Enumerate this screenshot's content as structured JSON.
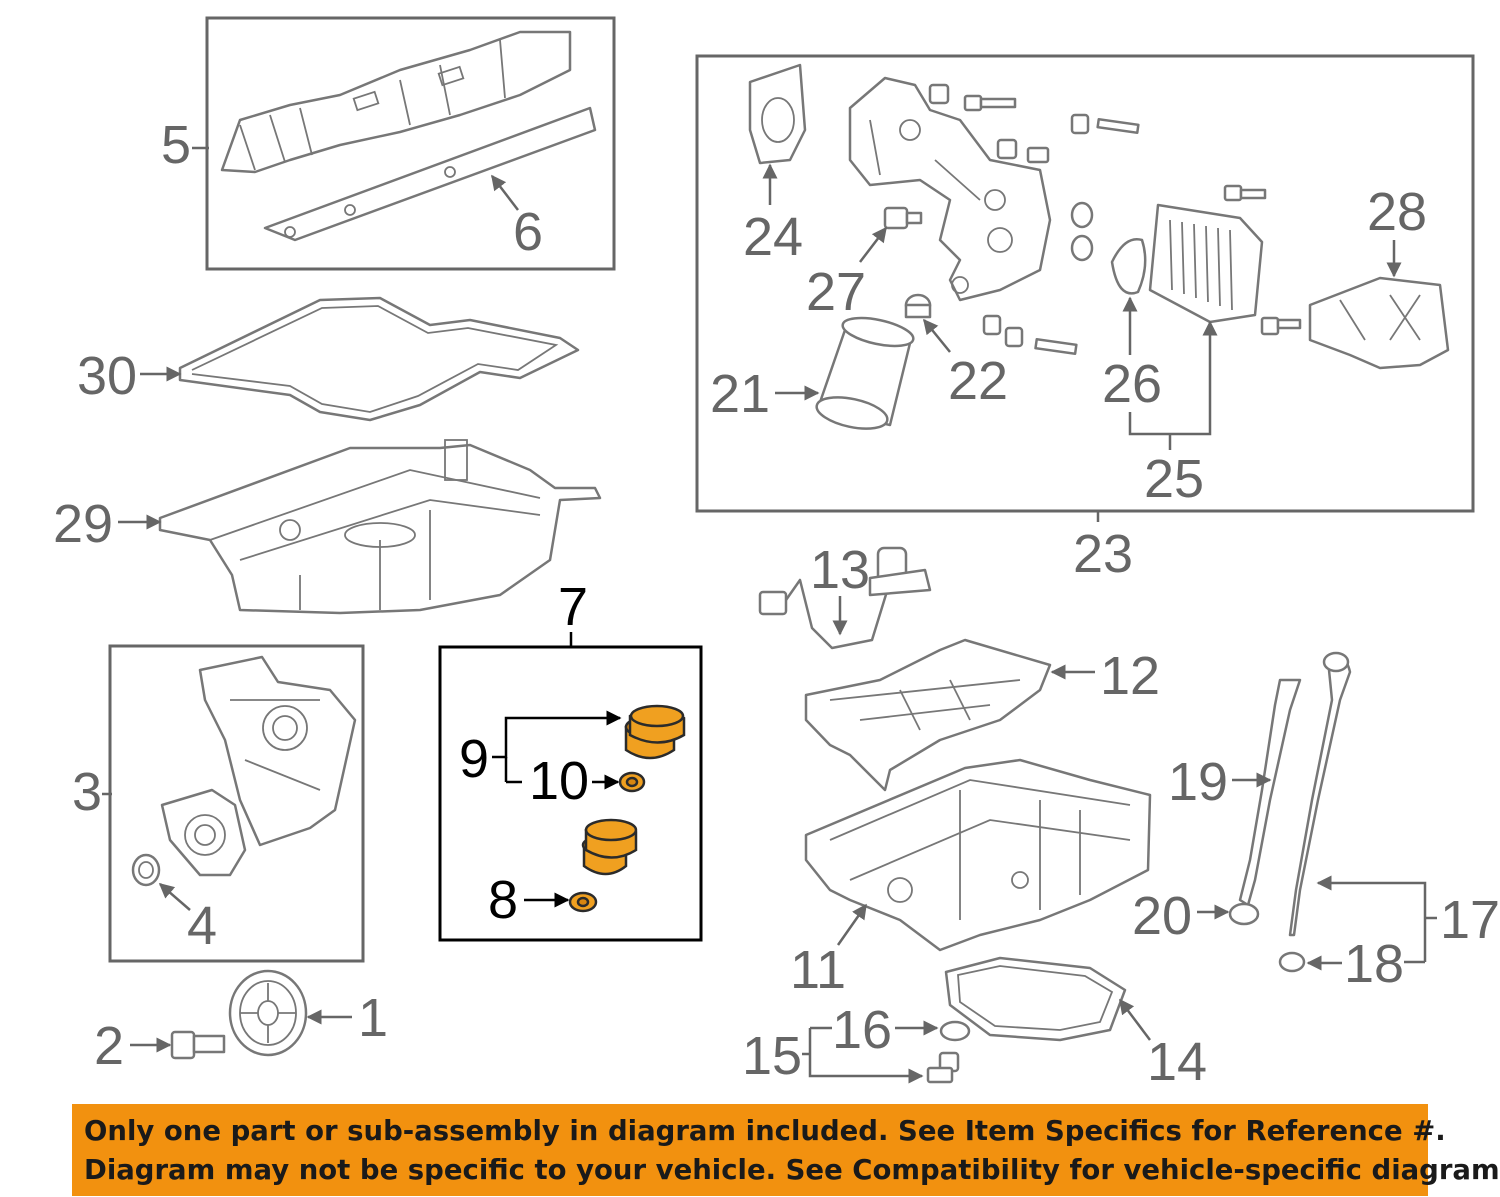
{
  "callouts": {
    "c1": "1",
    "c2": "2",
    "c3": "3",
    "c4": "4",
    "c5": "5",
    "c6": "6",
    "c7": "7",
    "c8": "8",
    "c9": "9",
    "c10": "10",
    "c11": "11",
    "c12": "12",
    "c13": "13",
    "c14": "14",
    "c15": "15",
    "c16": "16",
    "c17": "17",
    "c18": "18",
    "c19": "19",
    "c20": "20",
    "c21": "21",
    "c22": "22",
    "c23": "23",
    "c24": "24",
    "c25": "25",
    "c26": "26",
    "c27": "27",
    "c28": "28",
    "c29": "29",
    "c30": "30"
  },
  "notice": {
    "line1": "Only one part or sub-assembly in diagram included. See Item Specifics for Reference #.",
    "line2": "Diagram may not be specific to your vehicle. See Compatibility for vehicle-specific diagrams."
  },
  "colors": {
    "highlight": "#f0a020",
    "banner": "#f2910f",
    "line_art": "#777777",
    "callout_text": "#666666"
  }
}
